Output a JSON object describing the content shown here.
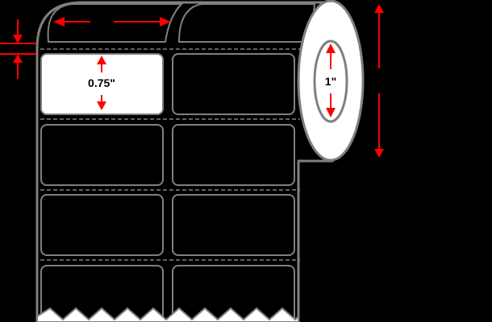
{
  "diagram": {
    "subject": "label roll",
    "colors": {
      "background": "#000000",
      "outline": "#808080",
      "paper": "#ffffff",
      "dimension_arrow": "#ff0000"
    },
    "dimensions": {
      "label_height": "0.75\"",
      "core_diameter": "1\"",
      "label_width": "",
      "gap": "",
      "roll_height": ""
    },
    "layout": {
      "columns": 2,
      "visible_rows": 4
    }
  }
}
